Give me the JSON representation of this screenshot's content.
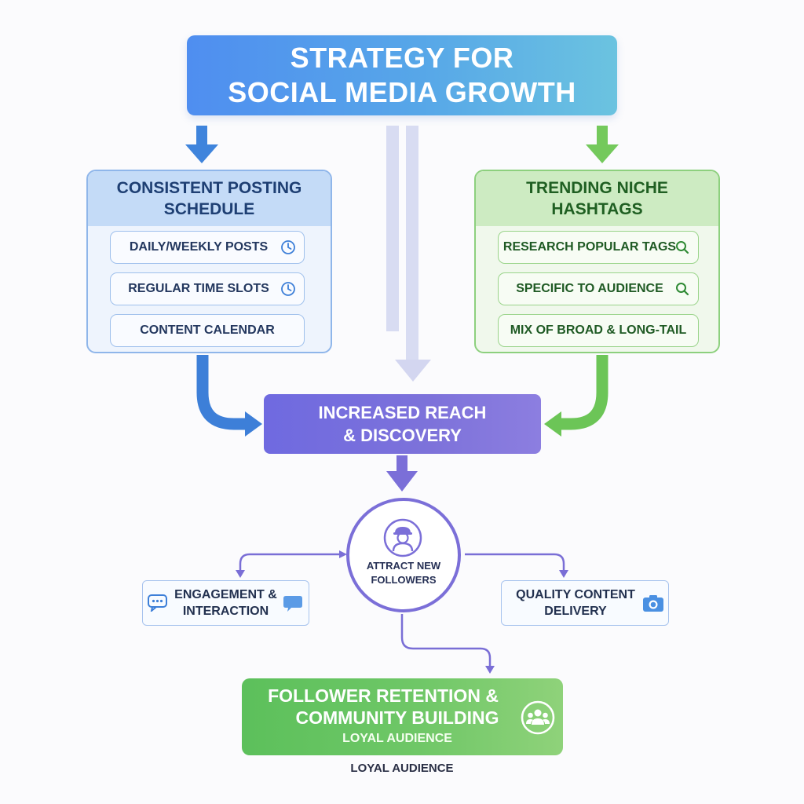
{
  "title": {
    "line1": "STRATEGY FOR",
    "line2": "SOCIAL MEDIA GROWTH"
  },
  "left_panel": {
    "heading_line1": "CONSISTENT POSTING",
    "heading_line2": "SCHEDULE",
    "items": [
      {
        "label": "DAILY/WEEKLY POSTS",
        "icon": "clock-icon"
      },
      {
        "label": "REGULAR TIME SLOTS",
        "icon": "clock-icon"
      },
      {
        "label": "CONTENT CALENDAR",
        "icon": ""
      }
    ]
  },
  "right_panel": {
    "heading_line1": "TRENDING NICHE",
    "heading_line2": "HASHTAGS",
    "items": [
      {
        "label": "RESEARCH POPULAR TAGS",
        "icon": "magnifier-icon"
      },
      {
        "label": "SPECIFIC TO AUDIENCE",
        "icon": "magnifier-icon"
      },
      {
        "label": "MIX OF BROAD & LONG-TAIL",
        "icon": ""
      }
    ]
  },
  "reach": {
    "line1": "INCREASED REACH",
    "line2": "& DISCOVERY"
  },
  "attract": {
    "line1": "ATTRACT NEW",
    "line2": "FOLLOWERS",
    "icon": "user-icon"
  },
  "engagement": {
    "line1": "ENGAGEMENT &",
    "line2": "INTERACTION",
    "icon": "chat-bubble-icon"
  },
  "quality": {
    "line1": "QUALITY CONTENT",
    "line2": "DELIVERY",
    "icon": "camera-icon"
  },
  "retention": {
    "line1": "FOLLOWER RETENTION &",
    "line2": "COMMUNITY BUILDING",
    "sub": "LOYAL AUDIENCE",
    "icon": "community-icon"
  },
  "caption": "LOYAL AUDIENCE",
  "colors": {
    "blue_accent": "#4f8ef0",
    "green_accent": "#5cc05b",
    "purple_accent": "#7b6fd8"
  }
}
